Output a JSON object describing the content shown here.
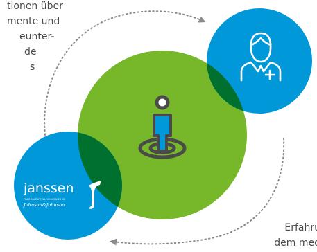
{
  "text_top_left": [
    "tionen über",
    "mente und",
    "eunter-",
    "de",
    "s"
  ],
  "text_bottom_right": [
    "Erfahru",
    "dem med"
  ],
  "janssen_logo": {
    "brand": "janssen",
    "tagline": "PHARMACEUTICAL COMPANIES OF",
    "parent": "Johnson&Johnson"
  },
  "colors": {
    "green": "#76b82a",
    "blue": "#0098d8",
    "overlap": "#00702f",
    "text": "#4a4a4a",
    "arrows": "#8a8a8a"
  },
  "icons": {
    "doctor": "doctor-icon",
    "patient": "patient-target-icon",
    "janssen": "janssen-logo"
  }
}
